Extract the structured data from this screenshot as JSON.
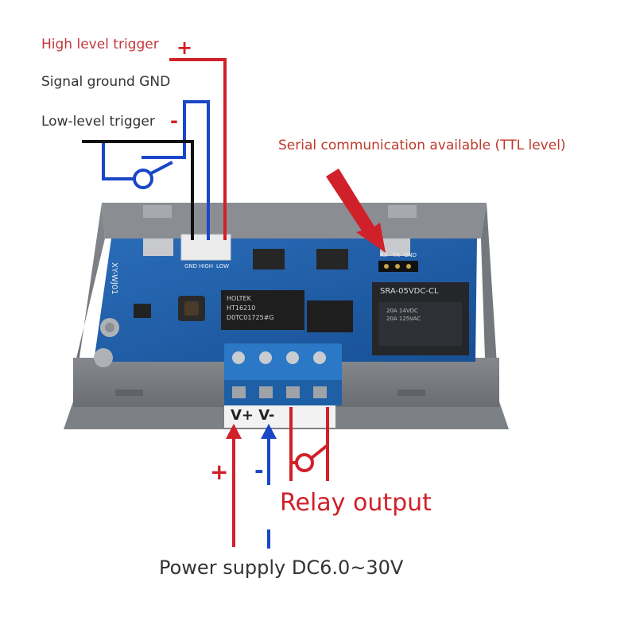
{
  "labels": {
    "high_trigger": "High level trigger",
    "high_sign": "+",
    "signal_ground": "Signal ground GND",
    "low_trigger": "Low-level trigger",
    "low_sign": "-",
    "serial": "Serial communication available (TTL level)",
    "relay_output": "Relay output",
    "power_supply": "Power supply DC6.0~30V",
    "power_plus": "+",
    "power_minus": "-"
  },
  "device": {
    "model_label": "XY-WJ01",
    "chip_brand": "HOLTEK",
    "chip_model": "HT16210",
    "chip_code": "D0TC01725#G",
    "relay_model": "SRA-05VDC-CL",
    "relay_rating_1": "20A 14VDC",
    "relay_rating_2": "20A 125VAC",
    "serial_pins": [
      "RX",
      "TX",
      "GND"
    ],
    "trigger_pins": [
      "GND",
      "HIGH",
      "LOW"
    ],
    "terminal_label": "V+ V-"
  },
  "colors": {
    "red_wire": "#d0202a",
    "blue_wire": "#1a47c8",
    "black_wire": "#111111",
    "case": "#7a7d82",
    "pcb": "#1f5fa8",
    "terminal": "#2b78c6",
    "label_red": "#c4373d"
  }
}
